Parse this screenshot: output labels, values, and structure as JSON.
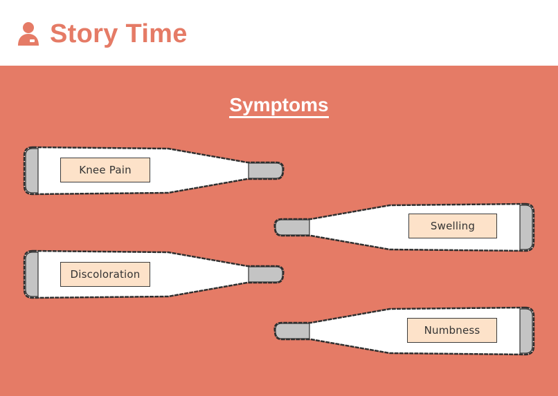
{
  "header": {
    "title": "Story Time",
    "icon": "person-icon",
    "accent_color": "#e57b66"
  },
  "main": {
    "background_color": "#e57b66",
    "section_title": "Symptoms",
    "symptoms": [
      {
        "label": "Knee Pain",
        "orientation": "bulb-right"
      },
      {
        "label": "Swelling",
        "orientation": "bulb-left"
      },
      {
        "label": "Discoloration",
        "orientation": "bulb-right"
      },
      {
        "label": "Numbness",
        "orientation": "bulb-left"
      }
    ],
    "colors": {
      "thermometer_body": "#ffffff",
      "thermometer_cap": "#c4c4c4",
      "label_fill": "#fde2c9",
      "outline": "#2f2f2f"
    }
  }
}
